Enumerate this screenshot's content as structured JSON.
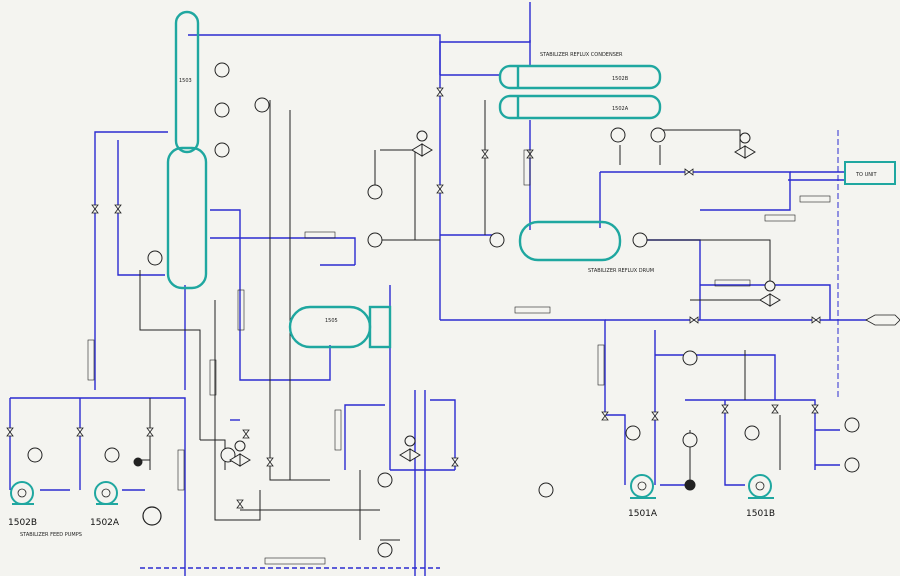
{
  "colors": {
    "background": "#f4f4f0",
    "equipment": "#1fa7a0",
    "process_line": "#2b2bd0",
    "signal_line": "#222222",
    "utility_line": "#1fa7a0"
  },
  "labels": {
    "column_id": "1503",
    "overhead_condenser": "STABILIZER REFLUX CONDENSER",
    "condenser_a": "1502B",
    "condenser_b": "1502A",
    "reflux_drum": "STABILIZER REFLUX DRUM",
    "reboiler_id": "1505",
    "pump_left_a": "1502B",
    "pump_left_b": "1502A",
    "pump_right_a": "1501A",
    "pump_right_b": "1501B",
    "bottom_left_caption": "STABILIZER FEED PUMPS",
    "right_tag": "TO UNIT"
  },
  "icons": [
    "valve-icon",
    "pump-icon",
    "instrument-bubble-icon",
    "control-valve-icon"
  ]
}
